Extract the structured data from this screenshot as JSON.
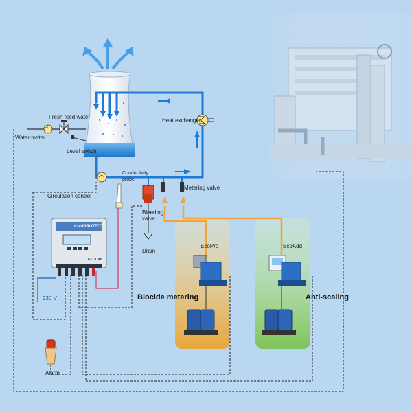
{
  "labels": {
    "fresh_feed_water": "Fresh feed water",
    "water_meter": "Water meter",
    "level_switch": "Level switch",
    "heat_exchanger": "Heat exchanger",
    "conductivity_probe": "Conductivity probe",
    "metering_valve": "Metering valve",
    "circulation_control": "Circulation control",
    "bleeding_valve": "Bleeding valve",
    "drain": "Drain",
    "supply_voltage": "230 V",
    "alarm": "Alarm",
    "ecopro": "EcoPro",
    "ecoadd": "EcoAdd",
    "biocide_metering": "Biocide metering",
    "anti_scaling": "Anti-scaling"
  },
  "controller": {
    "name": "CoolPROTECT",
    "brand": "ECOLAB"
  },
  "colors": {
    "background": "#b9d7f0",
    "pipe_blue": "#1f7ad6",
    "dosing_orange": "#f0a43a",
    "biocide_panel": "#e9b14a",
    "antiscaling_panel": "#8cc96a",
    "pump_blue": "#2c6fc4"
  }
}
